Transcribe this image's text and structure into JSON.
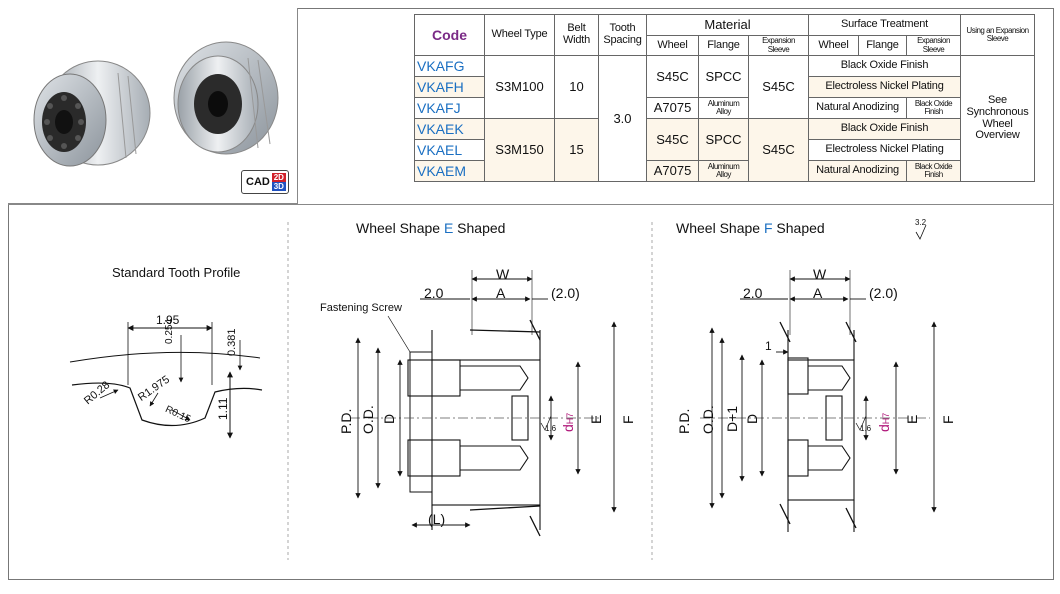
{
  "badge": {
    "cad": "CAD",
    "b2d": "2D",
    "b3d": "3D"
  },
  "table": {
    "headers": {
      "code": "Code",
      "wheel_type": "Wheel Type",
      "belt_width": "Belt Width",
      "tooth_spacing": "Tooth Spacing",
      "material": "Material",
      "surface": "Surface Treatment",
      "expansion": "Using an Expansion Sleeve",
      "m_wheel": "Wheel",
      "m_flange": "Flange",
      "m_sleeve": "Expansion Sleeve",
      "s_wheel": "Wheel",
      "s_flange": "Flange",
      "s_sleeve": "Expansion Sleeve"
    },
    "codes": [
      "VKAFG",
      "VKAFH",
      "VKAFJ",
      "VKAEK",
      "VKAEL",
      "VKAEM"
    ],
    "wheel_types": [
      "S3M100",
      "S3M150"
    ],
    "belt_widths": [
      "10",
      "15"
    ],
    "tooth_spacing": "3.0",
    "mat_wheel": [
      "S45C",
      "A7075",
      "S45C",
      "A7075"
    ],
    "mat_flange": [
      "SPCC",
      "Aluminum Alloy",
      "SPCC",
      "Aluminum Alloy"
    ],
    "mat_sleeve": [
      "S45C",
      "S45C"
    ],
    "surf_wheel": [
      "Black Oxide Finish",
      "Electroless Nickel Plating",
      "Natural Anodizing",
      "Black Oxide Finish",
      "Electroless Nickel Plating",
      "Natural Anodizing"
    ],
    "surf_sleeve": [
      "Black Oxide Finish",
      "Black Oxide Finish"
    ],
    "expansion_note": "See Synchronous Wheel Overview"
  },
  "labels": {
    "tooth_profile": "Standard Tooth Profile",
    "shape_e_prefix": "Wheel Shape ",
    "shape_e_letter": "E",
    "shape_f_letter": "F",
    "shape_suffix": " Shaped",
    "fastening_screw": "Fastening Screw",
    "roughness_top": "3.2",
    "roughness_bore": "1.6"
  },
  "tooth_dims": {
    "pitch": "1.95",
    "d1": "0.254",
    "d2": "0.381",
    "depth": "1.11",
    "r1": "R0.28",
    "r2": "R1.975",
    "r3": "R0.15"
  },
  "wheel_dims": {
    "w": "W",
    "a": "A",
    "left_gap": "2.0",
    "right_gap": "(2.0)",
    "pd": "P.D.",
    "od": "O.D.",
    "d": "D",
    "d_plus": "D+1",
    "d_letter": "d",
    "tol": "H7",
    "e": "E",
    "f": "F",
    "l": "(L)",
    "one": "1"
  }
}
